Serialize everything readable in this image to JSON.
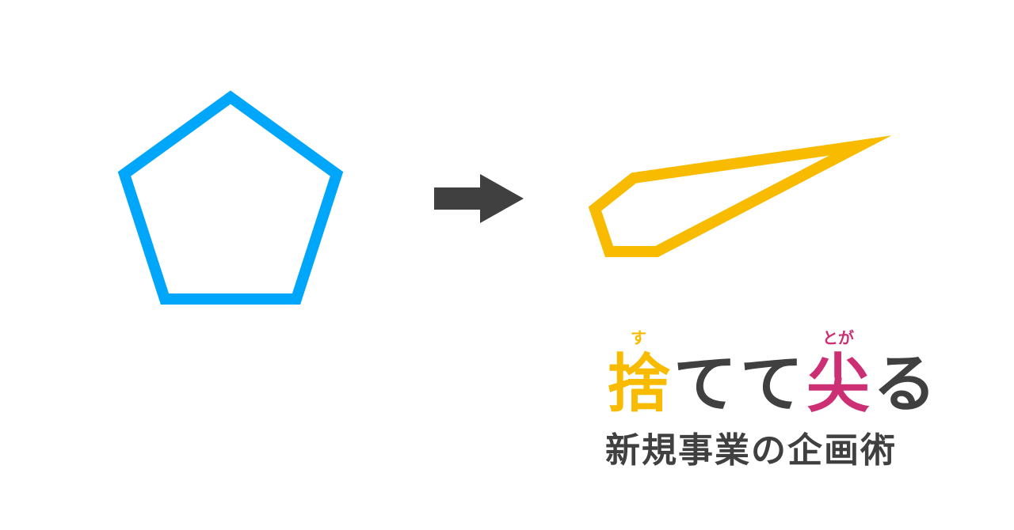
{
  "illustration": {
    "left_shape": {
      "name": "pentagon",
      "stroke_color": "#00a6fa"
    },
    "arrow": {
      "name": "right-arrow",
      "fill_color": "#404040"
    },
    "right_shape": {
      "name": "sharpened-polygon",
      "stroke_color": "#f8bb00"
    }
  },
  "title": {
    "characters": [
      {
        "text": "捨",
        "ruby": "す",
        "color": "#f8bb00"
      },
      {
        "text": "て",
        "ruby": "",
        "color": "#404040"
      },
      {
        "text": "て",
        "ruby": "",
        "color": "#404040"
      },
      {
        "text": "尖",
        "ruby": "とが",
        "color": "#cc2f74"
      },
      {
        "text": "る",
        "ruby": "",
        "color": "#404040"
      }
    ],
    "subtitle": "新規事業の企画術"
  }
}
